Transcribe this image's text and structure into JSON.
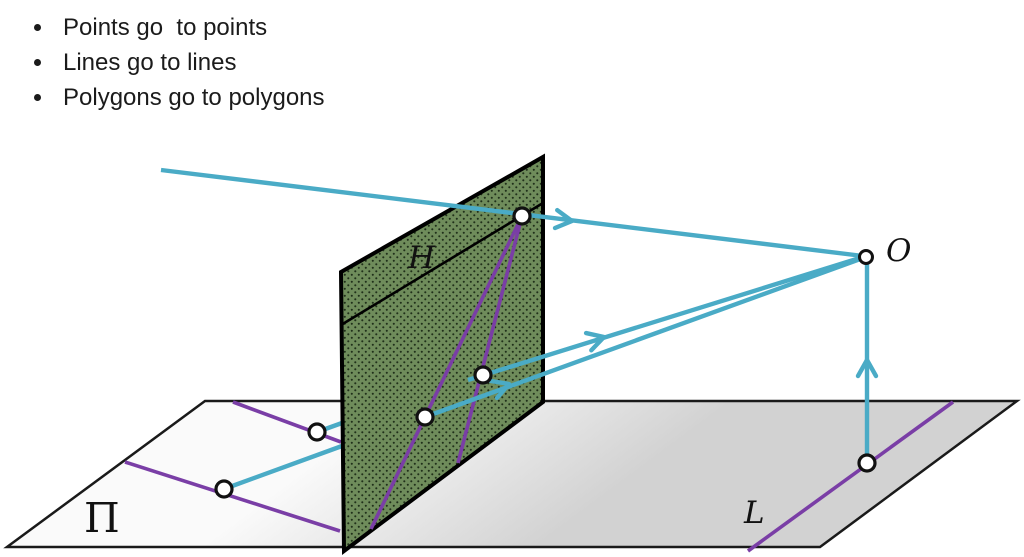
{
  "bullets": {
    "items": [
      {
        "text": "Points go  to points"
      },
      {
        "text": "Lines go to lines"
      },
      {
        "text": "Polygons go to polygons"
      }
    ]
  },
  "diagram": {
    "labels": {
      "image_plane": "H",
      "center_of_projection": "O",
      "ground_plane": "Π",
      "ground_line": "L"
    },
    "colors": {
      "ray": "#4aabc6",
      "purple_line": "#7a3ea6",
      "plane_fill": "#6f8c5b",
      "plane_border": "#000000",
      "ground_border": "#1a1a1a",
      "ground_light": "#fafafa",
      "ground_dark": "#d2d2d2",
      "point_fill": "#ffffff",
      "point_stroke": "#111111"
    }
  }
}
